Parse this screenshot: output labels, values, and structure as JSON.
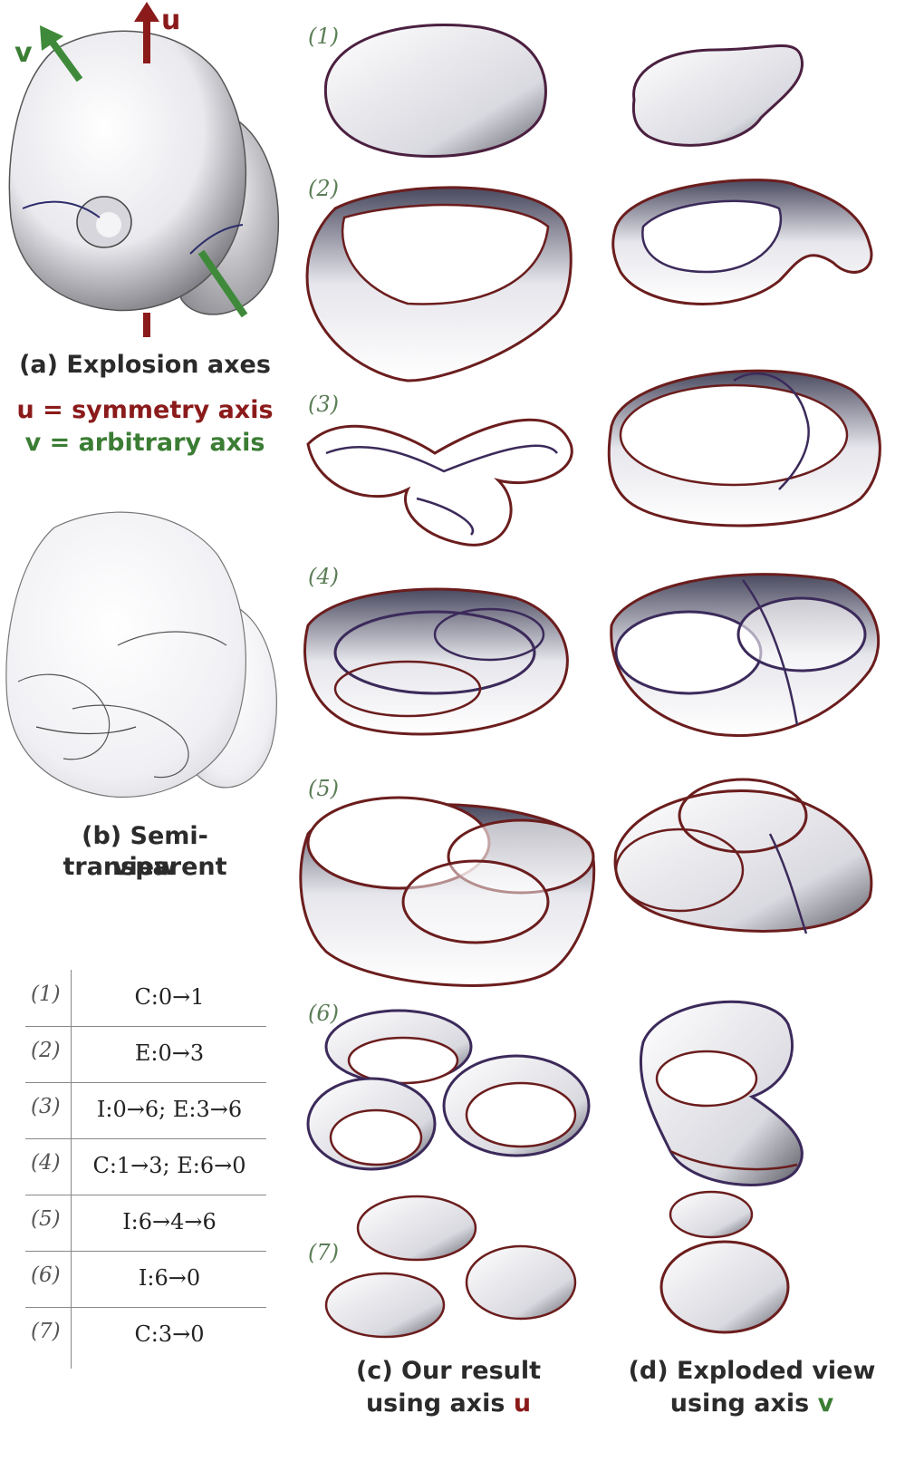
{
  "panel_a": {
    "caption": "(a) Explosion axes",
    "axis_u_label": "u",
    "axis_v_label": "v",
    "legend_u": "u = symmetry axis",
    "legend_v": "v = arbitrary axis",
    "colors": {
      "u_axis": "#8b1a1a",
      "v_axis": "#3f8a3a"
    }
  },
  "panel_b": {
    "caption_line1": "(b) Semi-transparent",
    "caption_line2": "view"
  },
  "panel_c": {
    "caption_line1": "(c) Our result",
    "caption_line2_prefix": "using axis ",
    "caption_axis": "u"
  },
  "panel_d": {
    "caption_line1": "(d) Exploded view",
    "caption_line2_prefix": "using axis ",
    "caption_axis": "v"
  },
  "step_labels": [
    "(1)",
    "(2)",
    "(3)",
    "(4)",
    "(5)",
    "(6)",
    "(7)"
  ],
  "event_table": [
    {
      "step": "(1)",
      "event": "C:0→1"
    },
    {
      "step": "(2)",
      "event": "E:0→3"
    },
    {
      "step": "(3)",
      "event": "I:0→6; E:3→6"
    },
    {
      "step": "(4)",
      "event": "C:1→3; E:6→0"
    },
    {
      "step": "(5)",
      "event": "I:6→4→6"
    },
    {
      "step": "(6)",
      "event": "I:6→0"
    },
    {
      "step": "(7)",
      "event": "C:3→0"
    }
  ]
}
